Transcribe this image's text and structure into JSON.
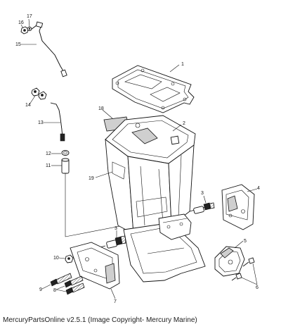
{
  "diagram": {
    "callouts": {
      "c1": "1",
      "c2": "2",
      "c3a": "3",
      "c3b": "3",
      "c4": "4",
      "c5": "5",
      "c6": "6",
      "c7": "7",
      "c8": "8",
      "c9": "9",
      "c10": "10",
      "c11": "11",
      "c12": "12",
      "c13": "13",
      "c14": "14",
      "c15": "15",
      "c16": "16",
      "c17": "17",
      "c18": "18",
      "c19": "19"
    }
  },
  "footer": {
    "caption": "MercuryPartsOnline v2.5.1 (Image Copyright- Mercury Marine)"
  },
  "colors": {
    "ink": "#111111",
    "paper": "#ffffff",
    "shade": "#cfcfcf"
  }
}
